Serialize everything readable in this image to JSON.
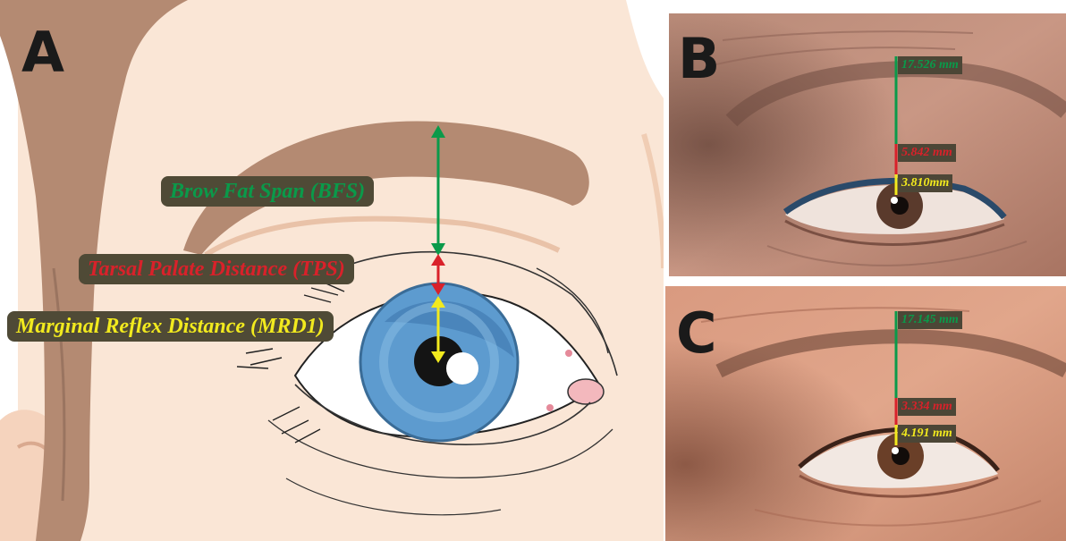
{
  "panels": {
    "a": {
      "letter": "A"
    },
    "b": {
      "letter": "B"
    },
    "c": {
      "letter": "C"
    }
  },
  "labels": {
    "bfs": "Brow Fat Span (BFS)",
    "tps": "Tarsal Palate Distance (TPS)",
    "mrd1": "Marginal Reflex Distance (MRD1)"
  },
  "measurements": {
    "b": {
      "bfs": "17.526 mm",
      "tps": "5.842 mm",
      "mrd1": "3.810mm"
    },
    "c": {
      "bfs": "17.145 mm",
      "tps": "3.334 mm",
      "mrd1": "4.191 mm"
    }
  },
  "colors": {
    "bfs": "#0a9a4a",
    "tps": "#d9212a",
    "mrd1": "#f2ea1e",
    "label_bg": "#4f4a36",
    "skin": "#fae6d6",
    "hair": "#b48a72",
    "iris": "#5d9bcf"
  }
}
